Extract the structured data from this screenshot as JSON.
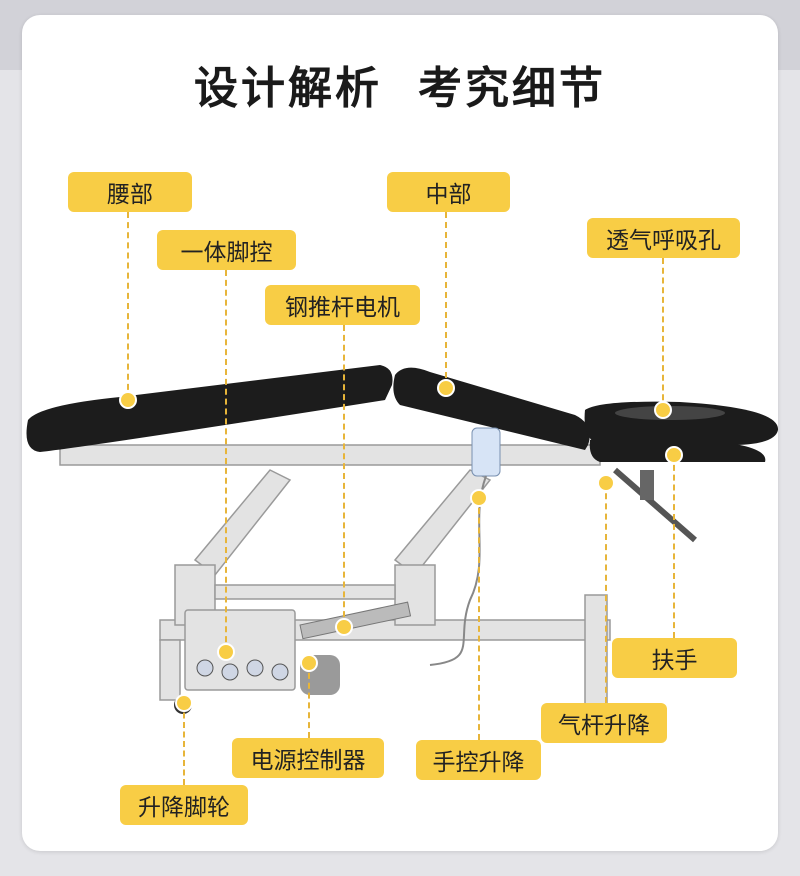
{
  "title": {
    "part1": "设计解析",
    "part2": "考究细节"
  },
  "labels": {
    "waist": "腰部",
    "middle": "中部",
    "breathing_hole": "透气呼吸孔",
    "foot_control": "一体脚控",
    "motor": "钢推杆电机",
    "armrest": "扶手",
    "gas_lift": "气杆升降",
    "hand_lift": "手控升降",
    "power_controller": "电源控制器",
    "casters": "升降脚轮"
  },
  "colors": {
    "label_bg": "#f8cd45",
    "line": "#e7b53a",
    "upholstery": "#1c1c1c",
    "frame": "#e2e2e2"
  }
}
